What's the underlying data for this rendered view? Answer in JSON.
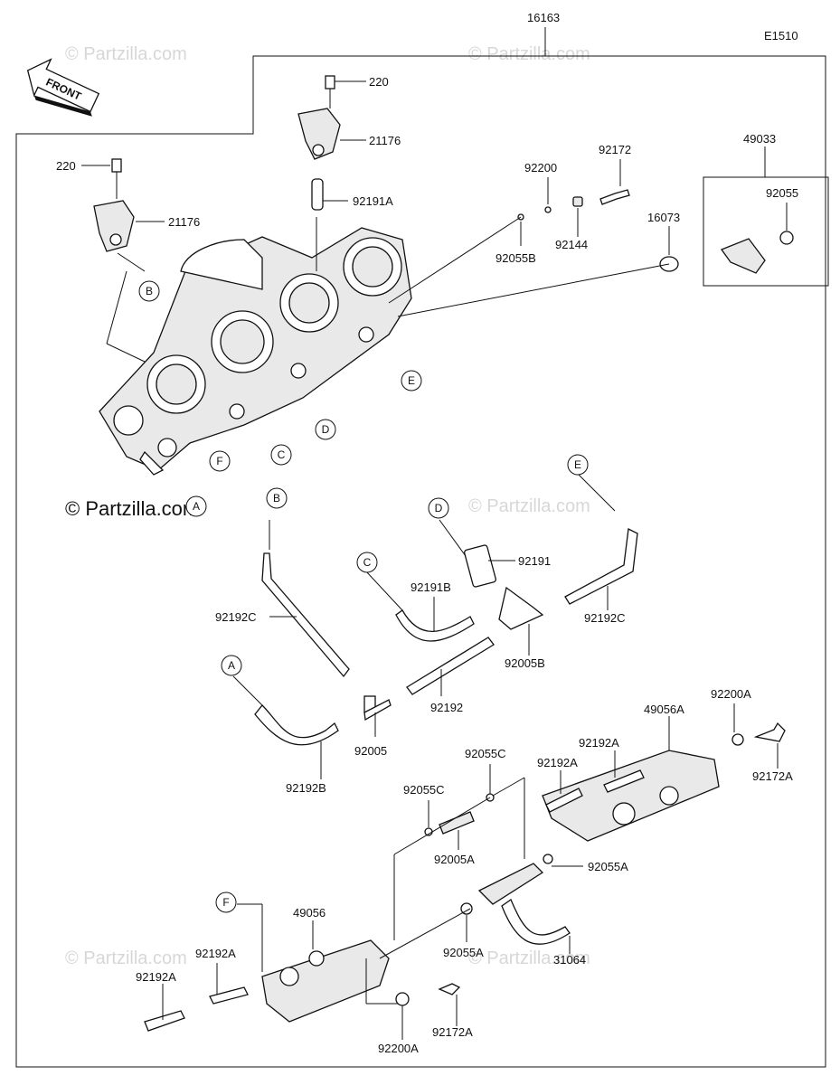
{
  "diagram_code": "E1510",
  "assembly_number": "16163",
  "front_label": "FRONT",
  "watermark": "© Partzilla.com",
  "parts": {
    "screw_220_top": "220",
    "sensor_21176_top": "21176",
    "screw_220_left": "220",
    "sensor_21176_left": "21176",
    "hose_92191A": "92191A",
    "oring_92055B": "92055B",
    "washer_92200": "92200",
    "spring_92144": "92144",
    "screw_92172": "92172",
    "collar_16073": "16073",
    "kit_49033": "49033",
    "oring_92055": "92055",
    "hose_92191": "92191",
    "hose_92191B": "92191B",
    "hose_92192C_left": "92192C",
    "hose_92192C_right": "92192C",
    "joint_92005B": "92005B",
    "hose_92192": "92192",
    "joint_92005": "92005",
    "hose_92192B": "92192B",
    "washer_92200A_top": "92200A",
    "pipe_49056A": "49056A",
    "hose_92192A_a": "92192A",
    "hose_92192A_b": "92192A",
    "screw_92172A_right": "92172A",
    "oring_92055C_a": "92055C",
    "oring_92055C_b": "92055C",
    "joint_92005A": "92005A",
    "oring_92055A_right": "92055A",
    "pipe_49056": "49056",
    "oring_92055A_mid": "92055A",
    "pipe_31064": "31064",
    "hose_92192A_c": "92192A",
    "hose_92192A_d": "92192A",
    "washer_92200A_bottom": "92200A",
    "screw_92172A_bottom": "92172A"
  },
  "callouts": {
    "A": "A",
    "B": "B",
    "C": "C",
    "D": "D",
    "E": "E",
    "F": "F"
  }
}
